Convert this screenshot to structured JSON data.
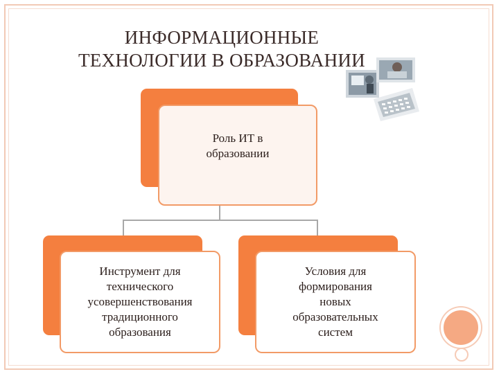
{
  "slide": {
    "title_line1": "ИНФОРМАЦИОННЫЕ",
    "title_line2": "ТЕХНОЛОГИИ В ОБРАЗОВАНИИ"
  },
  "diagram": {
    "root": {
      "line1": "Роль ИТ в",
      "line2": "образовании"
    },
    "children": [
      {
        "lines": [
          "Инструмент для",
          "технического",
          "усовершенствования",
          "традиционного",
          "образования"
        ]
      },
      {
        "lines": [
          "Условия для",
          "формирования",
          "новых",
          "образовательных",
          "систем"
        ]
      }
    ]
  },
  "colors": {
    "accent": "#f47f3f",
    "border": "#f29a66",
    "frame": "#f2c9b5",
    "root_fill": "#fdf4ef"
  },
  "icons": {
    "photo": "computer-office-photo-icon",
    "decor": "orange-circle-decoration-icon"
  }
}
